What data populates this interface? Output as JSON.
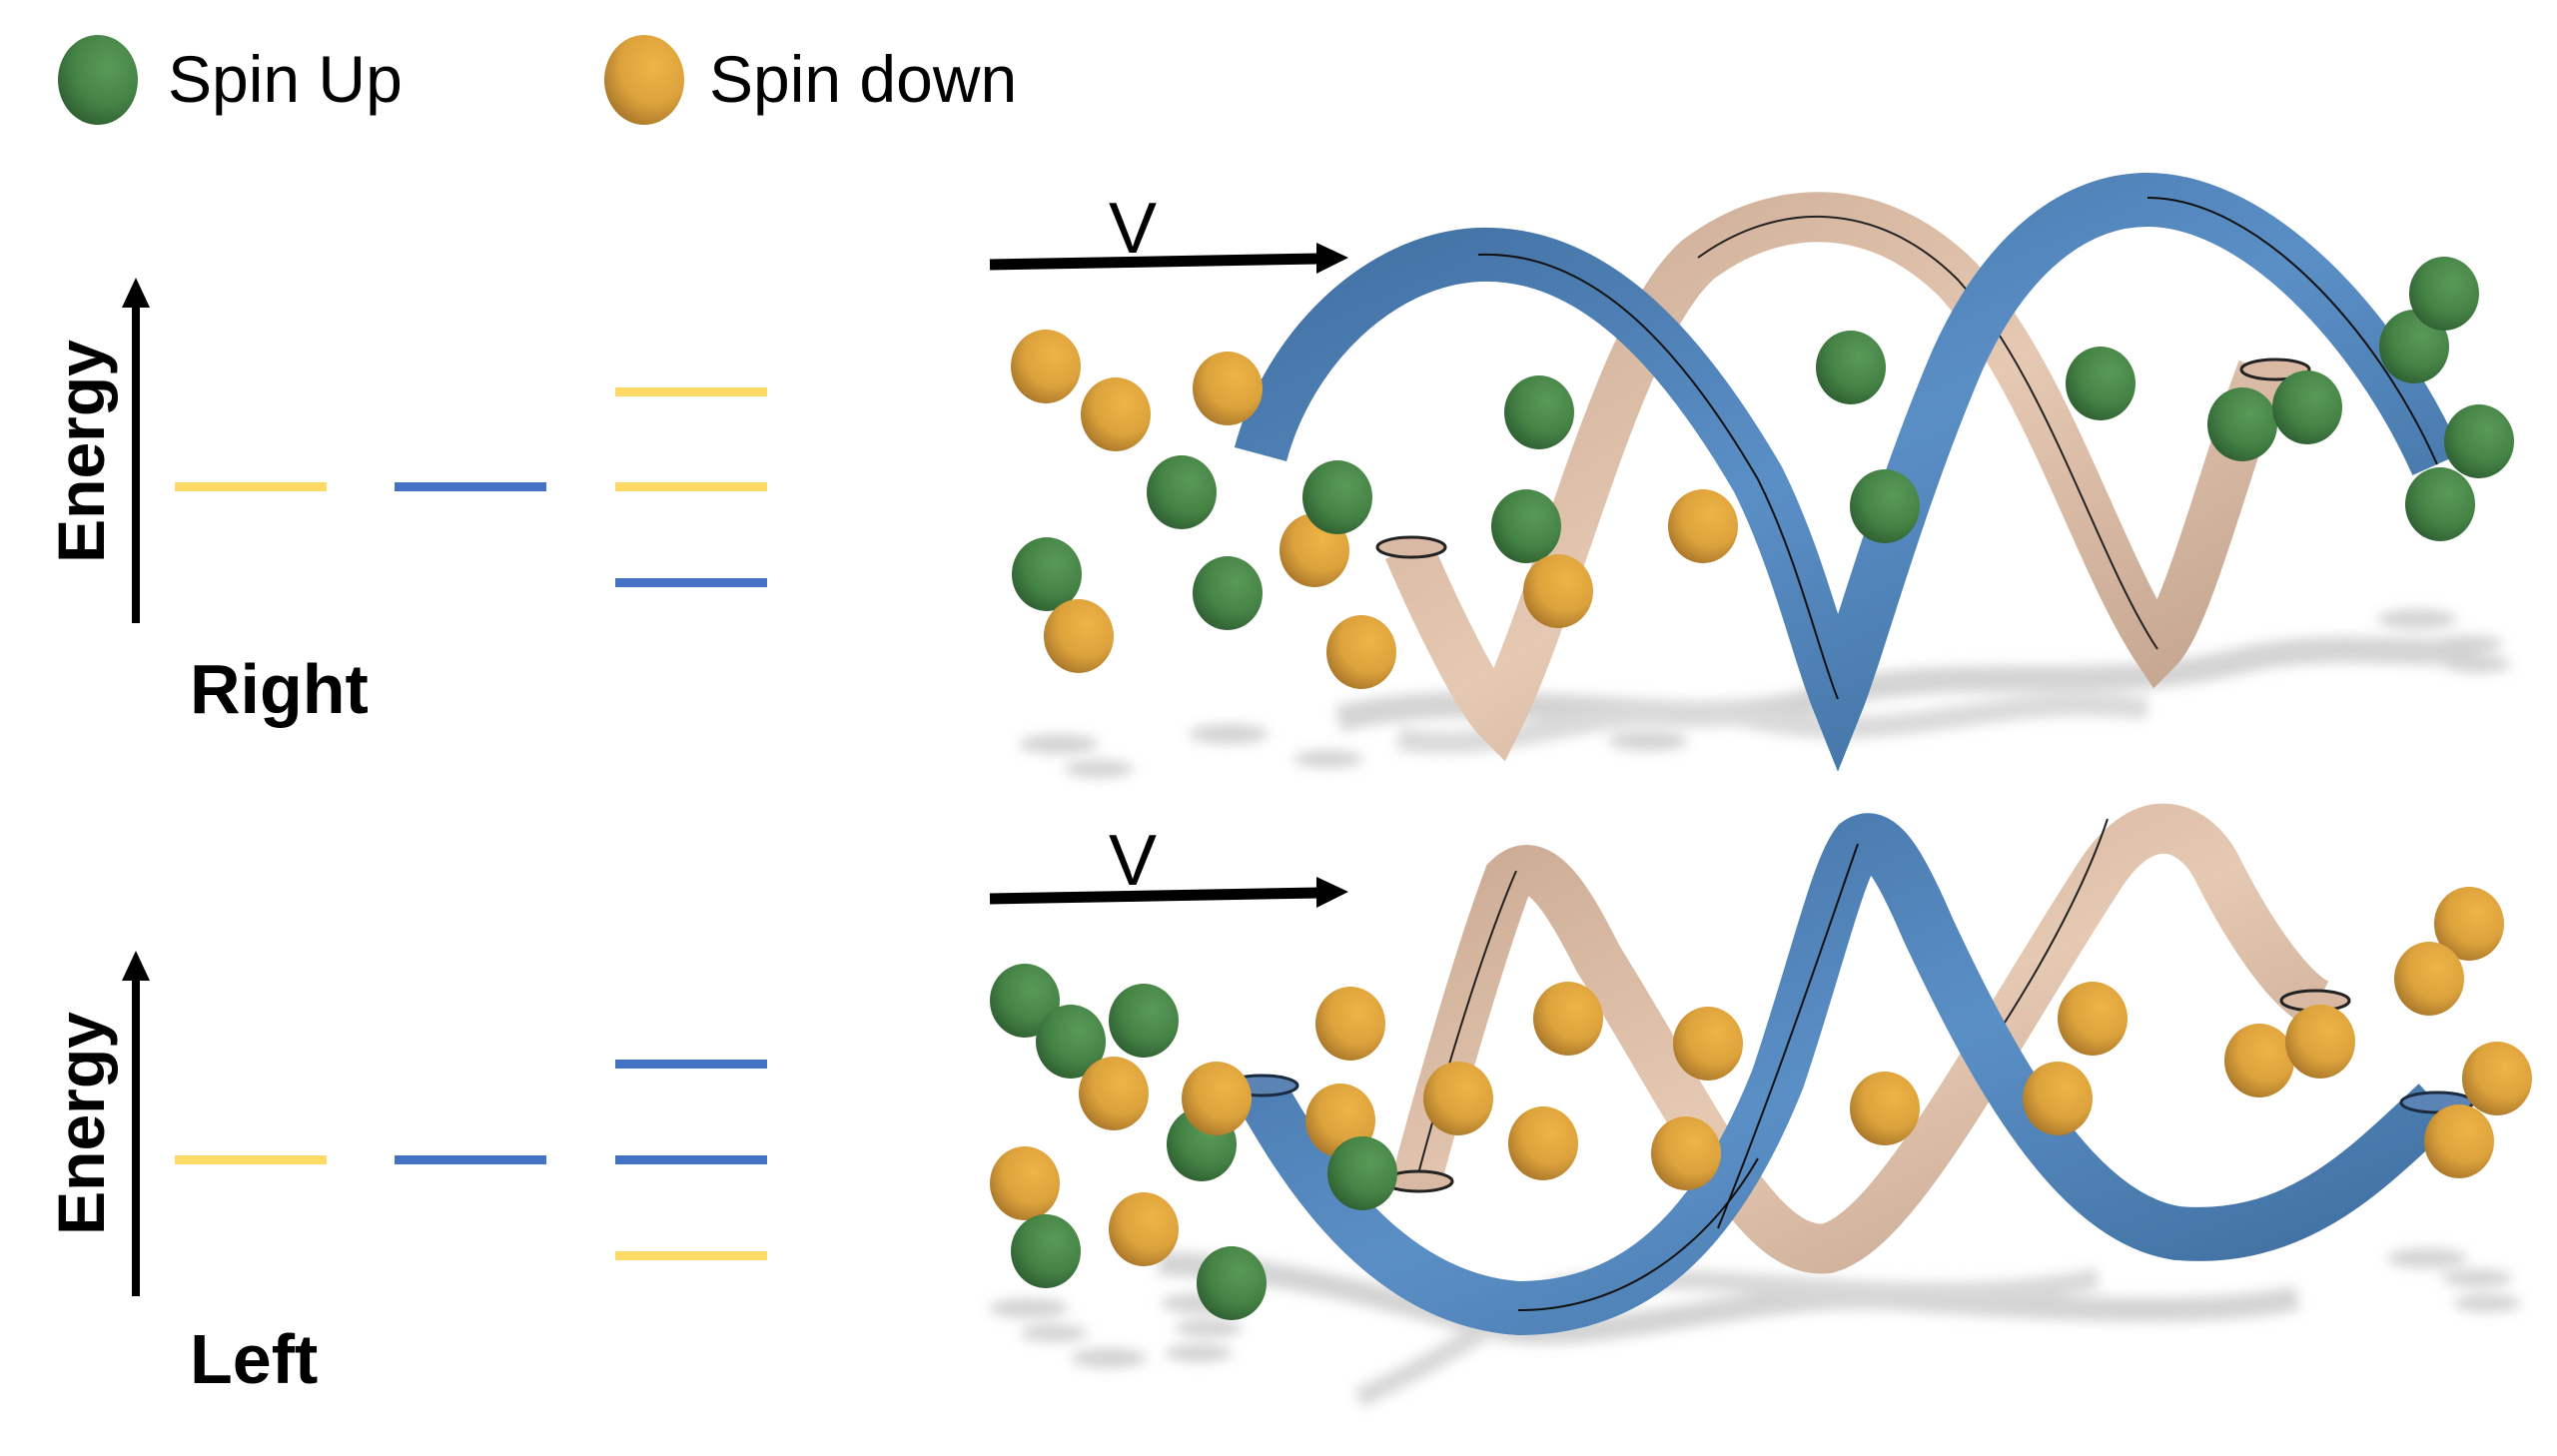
{
  "legend": {
    "items": [
      {
        "label": "Spin Up",
        "color": "#4a8a4a"
      },
      {
        "label": "Spin down",
        "color": "#e0a33a"
      }
    ]
  },
  "colors": {
    "spin_up": "#4a8a4a",
    "spin_down": "#e0a33a",
    "level_yellow": "#fdd966",
    "level_blue": "#4472c4",
    "helix_blue": "#4f7fb3",
    "helix_tan": "#d9b9a3",
    "shadow": "#cfcfcf"
  },
  "panels": [
    {
      "id": "right",
      "label": "Right",
      "axis_label": "Energy",
      "velocity_label": "V",
      "levels": {
        "column_1": [
          {
            "color": "yellow",
            "level": "middle"
          }
        ],
        "column_2": [
          {
            "color": "blue",
            "level": "middle"
          }
        ],
        "column_3": [
          {
            "color": "yellow",
            "level": "upper"
          },
          {
            "color": "yellow",
            "level": "middle"
          },
          {
            "color": "blue",
            "level": "lower"
          }
        ]
      },
      "helix_chirality": "right-handed"
    },
    {
      "id": "left",
      "label": "Left",
      "axis_label": "Energy",
      "velocity_label": "V",
      "levels": {
        "column_1": [
          {
            "color": "yellow",
            "level": "middle"
          }
        ],
        "column_2": [
          {
            "color": "blue",
            "level": "middle"
          }
        ],
        "column_3": [
          {
            "color": "blue",
            "level": "upper"
          },
          {
            "color": "blue",
            "level": "middle"
          },
          {
            "color": "yellow",
            "level": "lower"
          }
        ]
      },
      "helix_chirality": "left-handed"
    }
  ]
}
